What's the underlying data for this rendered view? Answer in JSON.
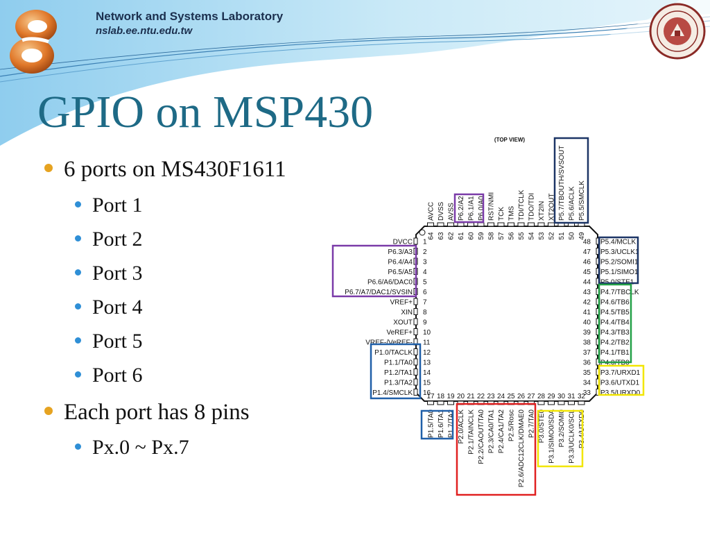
{
  "header": {
    "lab_name": "Network and Systems Laboratory",
    "lab_url": "nslab.ee.ntu.edu.tw",
    "logo_icon": "nslab-infinity-logo-icon",
    "seal_icon": "ntu-seal-icon"
  },
  "slide": {
    "title": "GPIO on MSP430",
    "bullets": [
      {
        "text": "6 ports on MS430F1611",
        "level": 1
      },
      {
        "text": "Port 1",
        "level": 2
      },
      {
        "text": "Port 2",
        "level": 2
      },
      {
        "text": "Port 3",
        "level": 2
      },
      {
        "text": "Port 4",
        "level": 2
      },
      {
        "text": "Port 5",
        "level": 2
      },
      {
        "text": "Port 6",
        "level": 2
      },
      {
        "text": "Each port has 8 pins",
        "level": 1
      },
      {
        "text": "Px.0 ~ Px.7",
        "level": 2
      }
    ]
  },
  "chip": {
    "view_label": "(TOP VIEW)",
    "top_pins": [
      "AVCC",
      "DVSS",
      "AVSS",
      "P6.2/A2",
      "P6.1/A1",
      "P6.0/A0",
      "RST/NMI",
      "TCK",
      "TMS",
      "TDI/TCLK",
      "TDO/TDI",
      "XT2IN",
      "XT2OUT",
      "P5.7/TBOUTH/SVSOUT",
      "P5.6/ACLK",
      "P5.5/SMCLK"
    ],
    "top_nums": [
      "64",
      "63",
      "62",
      "61",
      "60",
      "59",
      "58",
      "57",
      "56",
      "55",
      "54",
      "53",
      "52",
      "51",
      "50",
      "49"
    ],
    "left_pins": [
      "DVCC",
      "P6.3/A3",
      "P6.4/A4",
      "P6.5/A5",
      "P6.6/A6/DAC0",
      "P6.7/A7/DAC1/SVSIN",
      "VREF+",
      "XIN",
      "XOUT",
      "VeREF+",
      "VREF-/VeREF-",
      "P1.0/TACLK",
      "P1.1/TA0",
      "P1.2/TA1",
      "P1.3/TA2",
      "P1.4/SMCLK"
    ],
    "left_nums": [
      "1",
      "2",
      "3",
      "4",
      "5",
      "6",
      "7",
      "8",
      "9",
      "10",
      "11",
      "12",
      "13",
      "14",
      "15",
      "16"
    ],
    "right_pins": [
      "P5.4/MCLK",
      "P5.3/UCLK1",
      "P5.2/SOMI1",
      "P5.1/SIMO1",
      "P5.0/STE1",
      "P4.7/TBCLK",
      "P4.6/TB6",
      "P4.5/TB5",
      "P4.4/TB4",
      "P4.3/TB3",
      "P4.2/TB2",
      "P4.1/TB1",
      "P4.0/TB0",
      "P3.7/URXD1",
      "P3.6/UTXD1",
      "P3.5/URXD0"
    ],
    "right_nums": [
      "48",
      "47",
      "46",
      "45",
      "44",
      "43",
      "42",
      "41",
      "40",
      "39",
      "38",
      "37",
      "36",
      "35",
      "34",
      "33"
    ],
    "bottom_pins": [
      "P1.5/TA0",
      "P1.6/TA1",
      "P1.7/TA2",
      "P2.0/ACLK",
      "P2.1/TAINCLK",
      "P2.2/CAOUT/TA0",
      "P2.3/CA0/TA1",
      "P2.4/CA1/TA2",
      "P2.5/Rosc",
      "P2.6/ADC12CLK/DMAE0",
      "P2.7/TA0",
      "P3.0/STE0",
      "P3.1/SIMO0/SDA",
      "P3.2/SOMI0",
      "P3.3/UCLK0/SCL",
      "P3.4/UTXD0"
    ],
    "bottom_nums": [
      "17",
      "18",
      "19",
      "20",
      "21",
      "22",
      "23",
      "24",
      "25",
      "26",
      "27",
      "28",
      "29",
      "30",
      "31",
      "32"
    ],
    "highlight_colors": {
      "port1": "#1f5fa8",
      "port2": "#e02020",
      "port3": "#f2e600",
      "port4": "#22a046",
      "port5": "#1c3566",
      "port6": "#7a3aa8"
    }
  }
}
